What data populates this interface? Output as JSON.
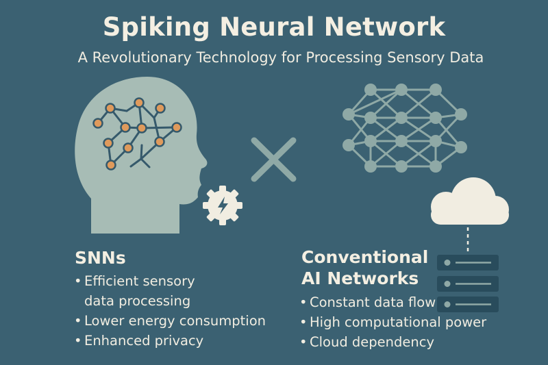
{
  "title": "Spiking Neural Network",
  "subtitle": "A Revolutionary Technology for Processing Sensory Data",
  "left": {
    "heading": "SNNs",
    "items": [
      {
        "line1": "Efficient sensory",
        "line2": "data processing"
      },
      {
        "line1": "Lower energy consumption",
        "line2": ""
      },
      {
        "line1": "Enhanced privacy",
        "line2": ""
      }
    ]
  },
  "right": {
    "heading_line1": "Conventional",
    "heading_line2": "AI Networks",
    "items": [
      "Constant data flow",
      "High computational power",
      "Cloud dependency"
    ]
  },
  "icons": {
    "head": "head-brain-icon",
    "gear": "gear-lightning-icon",
    "cross": "x-mark-icon",
    "network": "neural-network-icon",
    "cloud": "cloud-icon",
    "server": "server-stack-icon"
  },
  "colors": {
    "background": "#3b6172",
    "head": "#a7bcb5",
    "node_orange": "#df9a5c",
    "network": "#8fa9a6",
    "cream": "#f1ede1"
  }
}
